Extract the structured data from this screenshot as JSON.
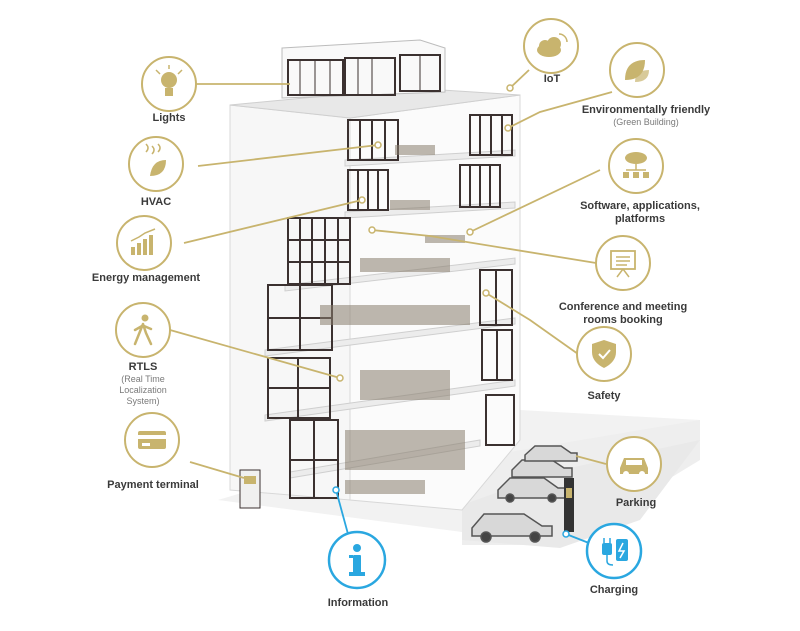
{
  "colors": {
    "gold": "#c8b46e",
    "blue": "#2aa7e0",
    "text": "#3a3a3a",
    "subtext": "#7a7a7a"
  },
  "features": {
    "lights": {
      "title": "Lights",
      "icon": "bulb-icon"
    },
    "iot": {
      "title": "IoT",
      "icon": "cloud-wifi-icon"
    },
    "hvac": {
      "title": "HVAC",
      "icon": "heat-leaf-icon"
    },
    "green": {
      "title": "Environmentally friendly",
      "subtitle": "(Green Building)",
      "icon": "leaf-icon"
    },
    "energy": {
      "title": "Energy management",
      "icon": "bar-chart-icon"
    },
    "software": {
      "title": "Software, applications, platforms",
      "icon": "cloud-network-icon"
    },
    "conference": {
      "title": "Conference and meeting rooms booking",
      "icon": "presentation-board-icon"
    },
    "rtls": {
      "title": "RTLS",
      "subtitle": "(Real Time Localization System)",
      "icon": "walking-person-icon"
    },
    "safety": {
      "title": "Safety",
      "icon": "shield-check-icon"
    },
    "payment": {
      "title": "Payment terminal",
      "icon": "credit-card-icon"
    },
    "parking": {
      "title": "Parking",
      "icon": "car-icon"
    },
    "information": {
      "title": "Information",
      "icon": "info-icon"
    },
    "charging": {
      "title": "Charging",
      "icon": "ev-plug-icon"
    }
  }
}
